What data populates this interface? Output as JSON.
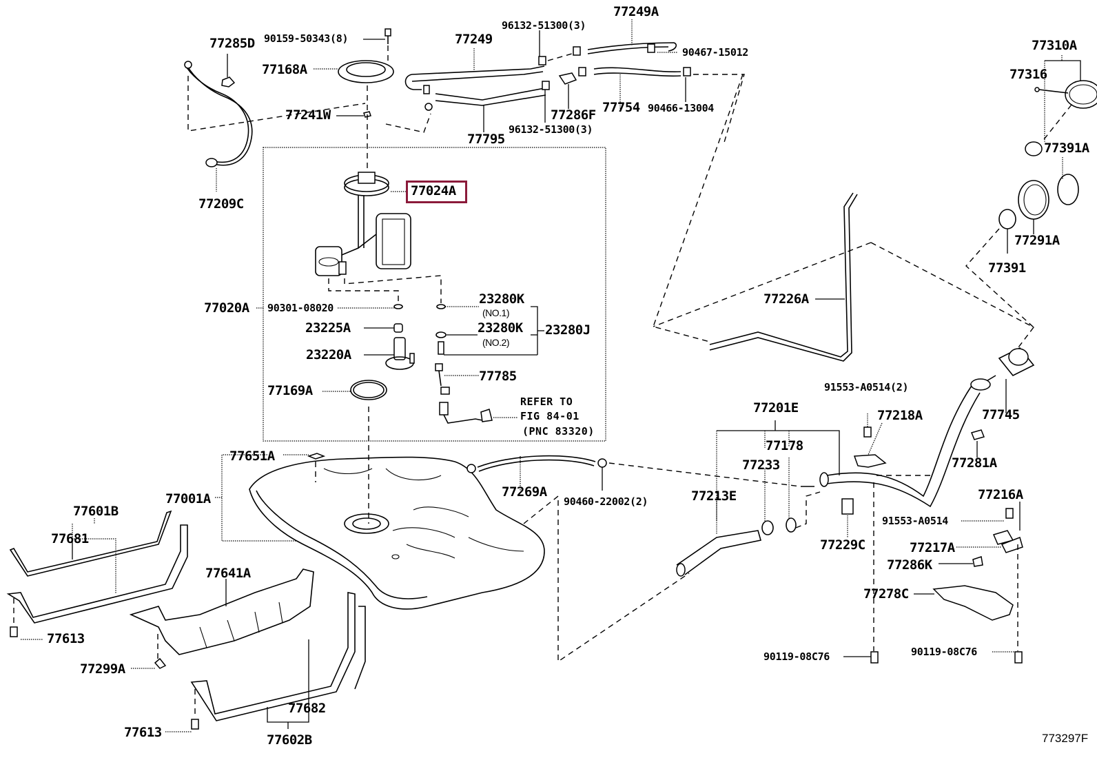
{
  "diagram": {
    "type": "exploded parts diagram",
    "subject": "Fuel tank assembly",
    "figure_id": "773297F",
    "highlighted_part": "77024A",
    "highlight_color": "#8b1a3a",
    "labels": {
      "p77285D": "77285D",
      "p90159": "90159-50343(8)",
      "p77168A": "77168A",
      "p77241W": "77241W",
      "p77209C": "77209C",
      "p77249": "77249",
      "p96132_top": "96132-51300(3)",
      "p77249A": "77249A",
      "p90467": "90467-15012",
      "p77286F": "77286F",
      "p77754": "77754",
      "p90466": "90466-13004",
      "p96132_bot": "96132-51300(3)",
      "p77795": "77795",
      "p77310A": "77310A",
      "p77316": "77316",
      "p77391A": "77391A",
      "p77291A": "77291A",
      "p77391": "77391",
      "p77024A": "77024A",
      "p77020A": "77020A",
      "p90301": "90301-08020",
      "p23225A": "23225A",
      "p23220A": "23220A",
      "p23280K_1": "23280K",
      "p23280K_1_note": "(NO.1)",
      "p23280K_2": "23280K",
      "p23280K_2_note": "(NO.2)",
      "p23280J": "23280J",
      "p77785": "77785",
      "p77169A": "77169A",
      "refer_line1": "REFER TO",
      "refer_line2": "FIG 84-01",
      "refer_line3": "(PNC 83320)",
      "p77226A": "77226A",
      "p77745": "77745",
      "p91553_2": "91553-A0514(2)",
      "p77218A": "77218A",
      "p77201E": "77201E",
      "p77178": "77178",
      "p77233": "77233",
      "p77213E": "77213E",
      "p77281A": "77281A",
      "p77229C": "77229C",
      "p77216A": "77216A",
      "p91553": "91553-A0514",
      "p77217A": "77217A",
      "p77286K": "77286K",
      "p77278C": "77278C",
      "p90119_left": "90119-08C76",
      "p90119_right": "90119-08C76",
      "p77651A": "77651A",
      "p77001A": "77001A",
      "p77269A": "77269A",
      "p90460": "90460-22002(2)",
      "p77601B": "77601B",
      "p77681": "77681",
      "p77613_left": "77613",
      "p77641A": "77641A",
      "p77299A": "77299A",
      "p77682": "77682",
      "p77613_bot": "77613",
      "p77602B": "77602B"
    }
  }
}
